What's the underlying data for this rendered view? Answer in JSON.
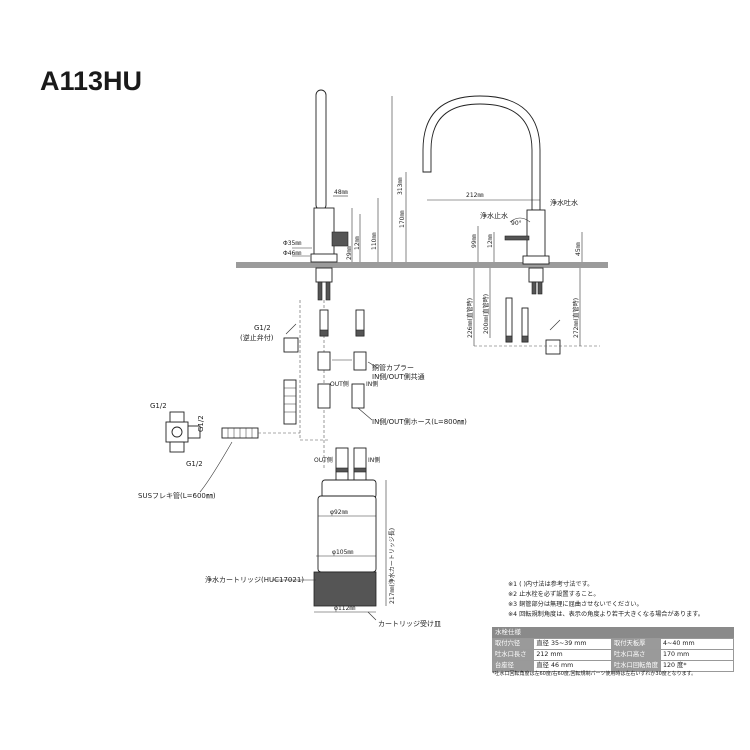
{
  "title": "A113HU",
  "dims": {
    "d35": "Φ35㎜",
    "d46": "Φ46㎜",
    "w48": "48㎜",
    "h110": "110㎜",
    "h12": "12㎜",
    "h29": "29㎜",
    "h313": "313㎜",
    "h170": "170㎜",
    "w212": "212㎜",
    "h99": "99㎜",
    "h12b": "12㎜",
    "h45": "45㎜",
    "angle": "90°",
    "h226": "226㎜(直管時)",
    "h200": "200㎜(直管時)",
    "h272": "272㎜(直管時)",
    "d92": "φ92㎜",
    "d105": "φ105㎜",
    "d112": "φ112㎜",
    "h217": "217㎜(浄水カートリッジ長)"
  },
  "labels": {
    "outlet": "浄水吐水",
    "stop": "浄水止水",
    "g12_check": "G1/2",
    "check_valve": "(逆止弁付)",
    "coupler": "銅管カプラー",
    "in_out_common": "IN側/OUT側共通",
    "out_side": "OUT側",
    "in_side": "IN側",
    "hose": "IN側/OUT側ホース(L=800㎜)",
    "g12_a": "G1/2",
    "g12_b": "G1/2",
    "g12_c": "G1/2",
    "sus_flex": "SUSフレキ管(L=600㎜)",
    "out_side2": "OUT側",
    "in_side2": "IN側",
    "cartridge": "浄水カートリッジ(HUC17021)",
    "tray": "カートリッジ受け皿"
  },
  "notes": [
    "※1 (  )内寸法は参考寸法です。",
    "※2 止水栓を必ず設置すること。",
    "※3 銅管部分は無理に屈曲させないでください。",
    "※4 回転規制角度は、表示の角度より若干大きくなる場合があります。"
  ],
  "spec": {
    "heading": "水栓仕様",
    "rows": [
      [
        "取付穴径",
        "直径 35~39 mm",
        "取付天板厚",
        "4~40 mm"
      ],
      [
        "吐水口長さ",
        "212 mm",
        "吐水口高さ",
        "170 mm"
      ],
      [
        "台座径",
        "直径 46 mm",
        "吐水口回転角度",
        "120 度*"
      ]
    ],
    "footnote": "*吐水口回転角度は左60度/右60度,回転規制パーツ使用時は左右いずれか30度となります。"
  }
}
